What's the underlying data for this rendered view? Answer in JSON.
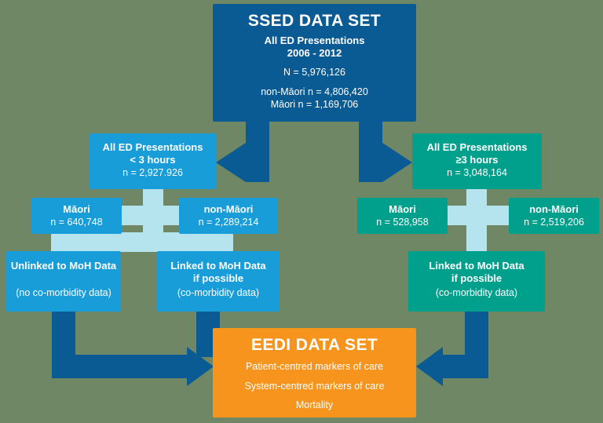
{
  "colors": {
    "bg": "#6f8765",
    "darkblue": "#0a5a94",
    "lightblue": "#189dd9",
    "teal": "#00a08c",
    "cyan": "#b5e3ee",
    "orange": "#f7941e",
    "text": "#ffffff"
  },
  "ssed": {
    "title": "SSED DATA SET",
    "subtitle1": "All ED Presentations",
    "subtitle2": "2006 - 2012",
    "total": "N = 5,976,126",
    "non_maori": "non-Māori n = 4,806,420",
    "maori": "Māori n = 1,169,706"
  },
  "left_branch": {
    "line1": "All ED Presentations",
    "line2": "< 3 hours",
    "n": "n = 2,927.926"
  },
  "right_branch": {
    "line1": "All ED Presentations",
    "line2": "≥3 hours",
    "n": "n = 3,048,164"
  },
  "left_maori": {
    "label": "Māori",
    "n": "n = 640,748"
  },
  "left_non_maori": {
    "label": "non-Māori",
    "n": "n = 2,289,214"
  },
  "right_maori": {
    "label": "Māori",
    "n": "n = 528,958"
  },
  "right_non_maori": {
    "label": "non-Māori",
    "n": "n = 2,519,206"
  },
  "left_unlinked": {
    "line1": "Unlinked to MoH Data",
    "line2": "(no co-morbidity data)"
  },
  "left_linked": {
    "line1": "Linked to MoH Data",
    "line2": "if possible",
    "line3": "(co-morbidity data)"
  },
  "right_linked": {
    "line1": "Linked to MoH Data",
    "line2": "if possible",
    "line3": "(co-morbidity data)"
  },
  "eedi": {
    "title": "EEDI DATA SET",
    "line1": "Patient-centred markers of care",
    "line2": "System-centred markers of care",
    "line3": "Mortality"
  }
}
